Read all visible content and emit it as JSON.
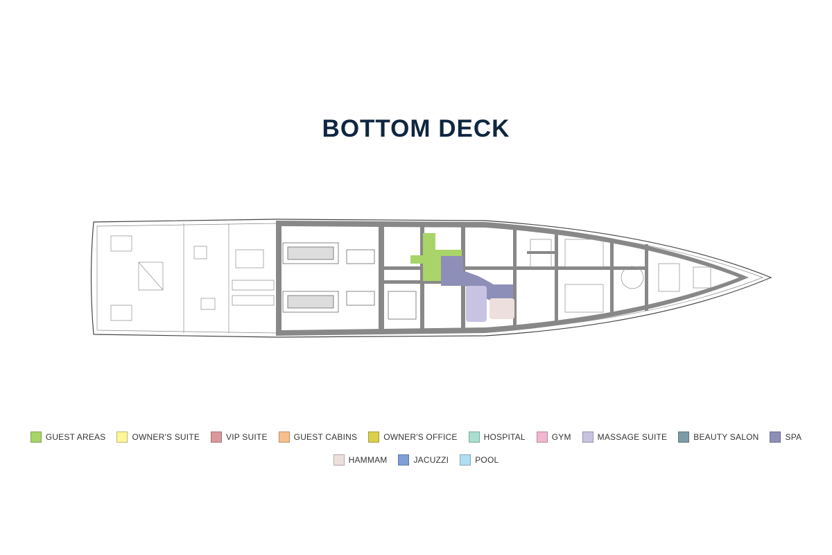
{
  "title": "BOTTOM DECK",
  "legend": {
    "row1": [
      {
        "label": "GUEST AREAS",
        "color": "#a9d46a"
      },
      {
        "label": "OWNER'S SUITE",
        "color": "#fdf79a"
      },
      {
        "label": "VIP SUITE",
        "color": "#d9999c"
      },
      {
        "label": "GUEST CABINS",
        "color": "#f7bf8e"
      },
      {
        "label": "OWNER'S OFFICE",
        "color": "#d9d04e"
      },
      {
        "label": "HOSPITAL",
        "color": "#a9dfd0"
      },
      {
        "label": "GYM",
        "color": "#f2b6d0"
      },
      {
        "label": "MASSAGE SUITE",
        "color": "#c8c3e2"
      },
      {
        "label": "BEAUTY SALON",
        "color": "#7d9ba7"
      },
      {
        "label": "SPA",
        "color": "#8e8fb8"
      }
    ],
    "row2": [
      {
        "label": "HAMMAM",
        "color": "#ede0dc"
      },
      {
        "label": "JACUZZI",
        "color": "#7f9fd6"
      },
      {
        "label": "POOL",
        "color": "#b1dff2"
      }
    ]
  }
}
